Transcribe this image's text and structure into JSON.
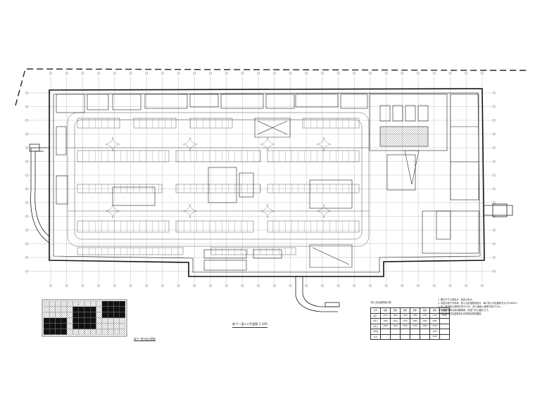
{
  "drawing": {
    "title": "地下一层××平面图 1:100",
    "key_plan_title": "地下一层分区示意图",
    "table_title": "防火分区面积统计表",
    "table_rows": [
      [
        "分区",
        "面积",
        "面积",
        "面积",
        "面积",
        "面积",
        "面积",
        "面积"
      ],
      [
        "分区一",
        "2100",
        "1850",
        "1620",
        "1980",
        "2050",
        "1760",
        "2000"
      ],
      [
        "分区二",
        "1900",
        "2010",
        "1700",
        "1890",
        "1950",
        "2080",
        ""
      ],
      [
        "分区三",
        "2050",
        "1930",
        "1810",
        "1760",
        "1990",
        "2030",
        ""
      ],
      [
        "分区四",
        "",
        "",
        "",
        "",
        "",
        "1870",
        ""
      ],
      [
        "合计",
        "",
        "",
        "",
        "",
        "",
        "1920",
        ""
      ]
    ],
    "notes": [
      "1. 图中尺寸以毫米计，标高以米计。",
      "2. 本层为地下汽车库，防火分区按规范划分，每个防火分区面积不大于2000m²。",
      "3. 防火卷帘耐火极限不低于3.0h，防火墙耐火极限不低于3.0h。",
      "4. 疏散楼梯间为封闭楼梯间，前室门为乙级防火门。",
      "5. 其余做法详见建筑设计总说明及相关图纸。"
    ]
  },
  "colors": {
    "line": "#222222",
    "background": "#ffffff",
    "hatch": "#111111"
  }
}
